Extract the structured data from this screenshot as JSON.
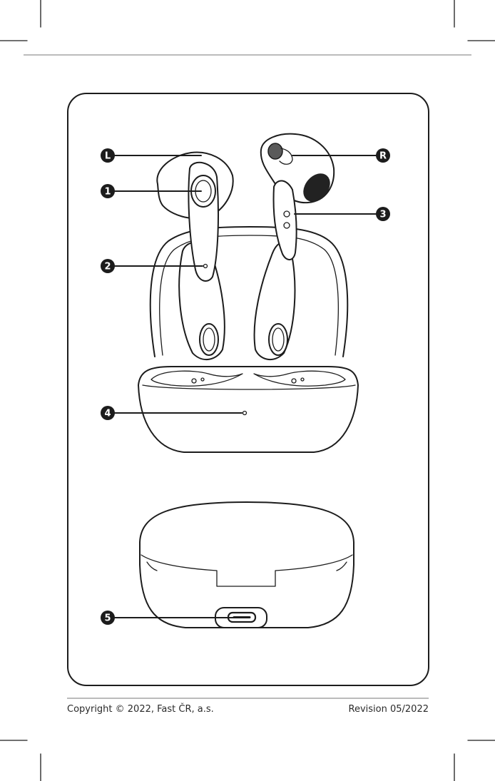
{
  "callouts": [
    {
      "id": "L",
      "text": "L"
    },
    {
      "id": "1",
      "text": "1"
    },
    {
      "id": "R",
      "text": "R"
    },
    {
      "id": "3",
      "text": "3"
    },
    {
      "id": "2",
      "text": "2"
    },
    {
      "id": "4",
      "text": "4"
    },
    {
      "id": "5",
      "text": "5"
    }
  ],
  "footer": {
    "copyright": "Copyright © 2022, Fast ČR, a.s.",
    "revision": "Revision 05/2022"
  },
  "colors": {
    "ink": "#1c1c1c",
    "speaker_mesh": "#5a5a5a",
    "background": "#ffffff"
  }
}
